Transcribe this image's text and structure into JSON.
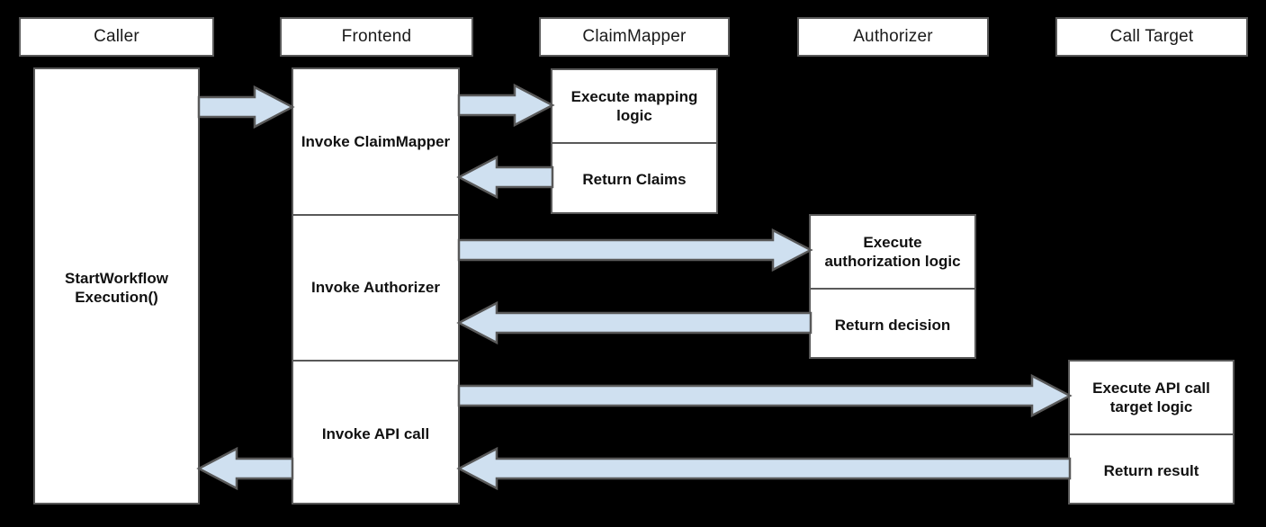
{
  "diagram": {
    "type": "sequence-diagram",
    "background_color": "#000000",
    "box_fill": "#ffffff",
    "box_border": "#595959",
    "arrow_fill": "#cfe0f0",
    "arrow_border": "#595959",
    "text_color": "#111111"
  },
  "lanes": [
    {
      "key": "caller",
      "label": "Caller"
    },
    {
      "key": "frontend",
      "label": "Frontend"
    },
    {
      "key": "claimmapper",
      "label": "ClaimMapper"
    },
    {
      "key": "authorizer",
      "label": "Authorizer"
    },
    {
      "key": "calltarget",
      "label": "Call Target"
    }
  ],
  "lifelines": {
    "caller": {
      "segments": [
        {
          "label": "StartWorkflow Execution()"
        }
      ]
    },
    "frontend": {
      "segments": [
        {
          "label": "Invoke ClaimMapper"
        },
        {
          "label": "Invoke Authorizer"
        },
        {
          "label": "Invoke API call"
        }
      ]
    },
    "claimmapper": {
      "segments": [
        {
          "label": "Execute mapping logic"
        },
        {
          "label": "Return Claims"
        }
      ]
    },
    "authorizer": {
      "segments": [
        {
          "label": "Execute authorization logic"
        },
        {
          "label": "Return decision"
        }
      ]
    },
    "calltarget": {
      "segments": [
        {
          "label": "Execute API call target logic"
        },
        {
          "label": "Return result"
        }
      ]
    }
  },
  "messages": [
    {
      "id": "m1",
      "from": "caller",
      "to": "frontend",
      "direction": "right",
      "label": ""
    },
    {
      "id": "m2",
      "from": "frontend",
      "to": "claimmapper",
      "direction": "right",
      "label": ""
    },
    {
      "id": "m3",
      "from": "claimmapper",
      "to": "frontend",
      "direction": "left",
      "label": ""
    },
    {
      "id": "m4",
      "from": "frontend",
      "to": "authorizer",
      "direction": "right",
      "label": ""
    },
    {
      "id": "m5",
      "from": "authorizer",
      "to": "frontend",
      "direction": "left",
      "label": ""
    },
    {
      "id": "m6",
      "from": "frontend",
      "to": "calltarget",
      "direction": "right",
      "label": ""
    },
    {
      "id": "m7",
      "from": "calltarget",
      "to": "frontend",
      "direction": "left",
      "label": ""
    },
    {
      "id": "m8",
      "from": "frontend",
      "to": "caller",
      "direction": "left",
      "label": ""
    }
  ]
}
